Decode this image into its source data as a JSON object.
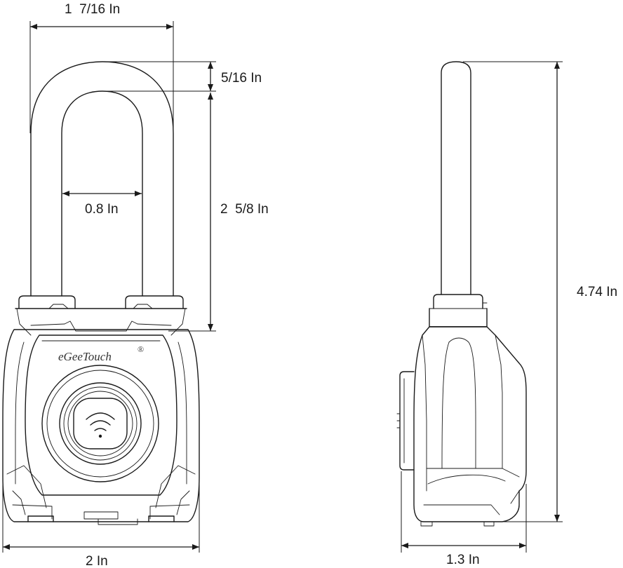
{
  "dimensions": {
    "top_width": "1  7/16 In",
    "shackle_thickness": "5/16 In",
    "shackle_inner_width": "0.8 In",
    "shackle_clearance": "2  5/8 In",
    "body_width": "2 In",
    "total_height": "4.74 In",
    "depth": "1.3 In"
  },
  "lock": {
    "brand": "eGeeTouch",
    "trademark": "®"
  },
  "colors": {
    "line": "#1a1a1a",
    "background": "#ffffff"
  },
  "icons": {
    "sensor": "wifi-icon",
    "arrows": "arrowhead"
  }
}
